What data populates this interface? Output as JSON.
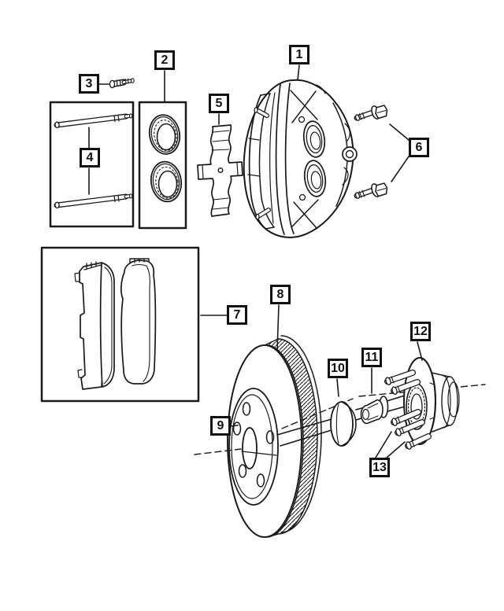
{
  "diagram": {
    "colors": {
      "background": "#ffffff",
      "line": "#1a1a1a",
      "callout_border": "#111111"
    },
    "callouts": [
      {
        "label": "1"
      },
      {
        "label": "2"
      },
      {
        "label": "3"
      },
      {
        "label": "4"
      },
      {
        "label": "5"
      },
      {
        "label": "6"
      },
      {
        "label": "7"
      },
      {
        "label": "8"
      },
      {
        "label": "9"
      },
      {
        "label": "10"
      },
      {
        "label": "11"
      },
      {
        "label": "12"
      },
      {
        "label": "13"
      }
    ]
  }
}
